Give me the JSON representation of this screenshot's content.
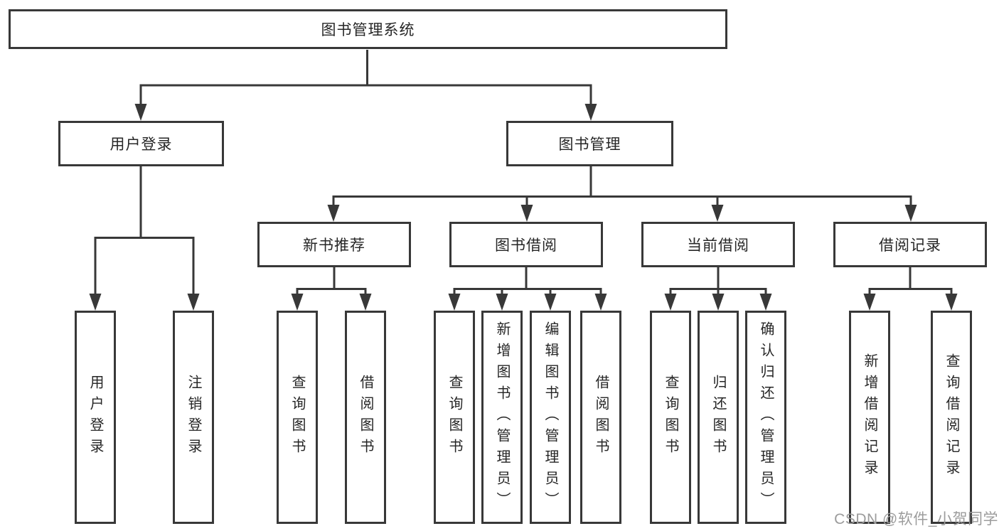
{
  "diagram": {
    "colors": {
      "line": "#383838",
      "box_border": "#383838",
      "text": "#262626",
      "background": "#ffffff",
      "watermark": "#9c9c9c"
    },
    "tree": {
      "label": "图书管理系统",
      "children": [
        {
          "label": "用户登录",
          "children": [
            {
              "label": "用户登录"
            },
            {
              "label": "注销登录"
            }
          ]
        },
        {
          "label": "图书管理",
          "children": [
            {
              "label": "新书推荐",
              "children": [
                {
                  "label": "查询图书"
                },
                {
                  "label": "借阅图书"
                }
              ]
            },
            {
              "label": "图书借阅",
              "children": [
                {
                  "label": "查询图书"
                },
                {
                  "label": "新增图书（管理员）"
                },
                {
                  "label": "编辑图书（管理员）"
                },
                {
                  "label": "借阅图书"
                }
              ]
            },
            {
              "label": "当前借阅",
              "children": [
                {
                  "label": "查询图书"
                },
                {
                  "label": "归还图书"
                },
                {
                  "label": "确认归还（管理员）"
                }
              ]
            },
            {
              "label": "借阅记录",
              "children": [
                {
                  "label": "新增借阅记录"
                },
                {
                  "label": "查询借阅记录"
                }
              ]
            }
          ]
        }
      ]
    },
    "watermark": {
      "text": "CSDN @软件_小贺同学"
    }
  }
}
